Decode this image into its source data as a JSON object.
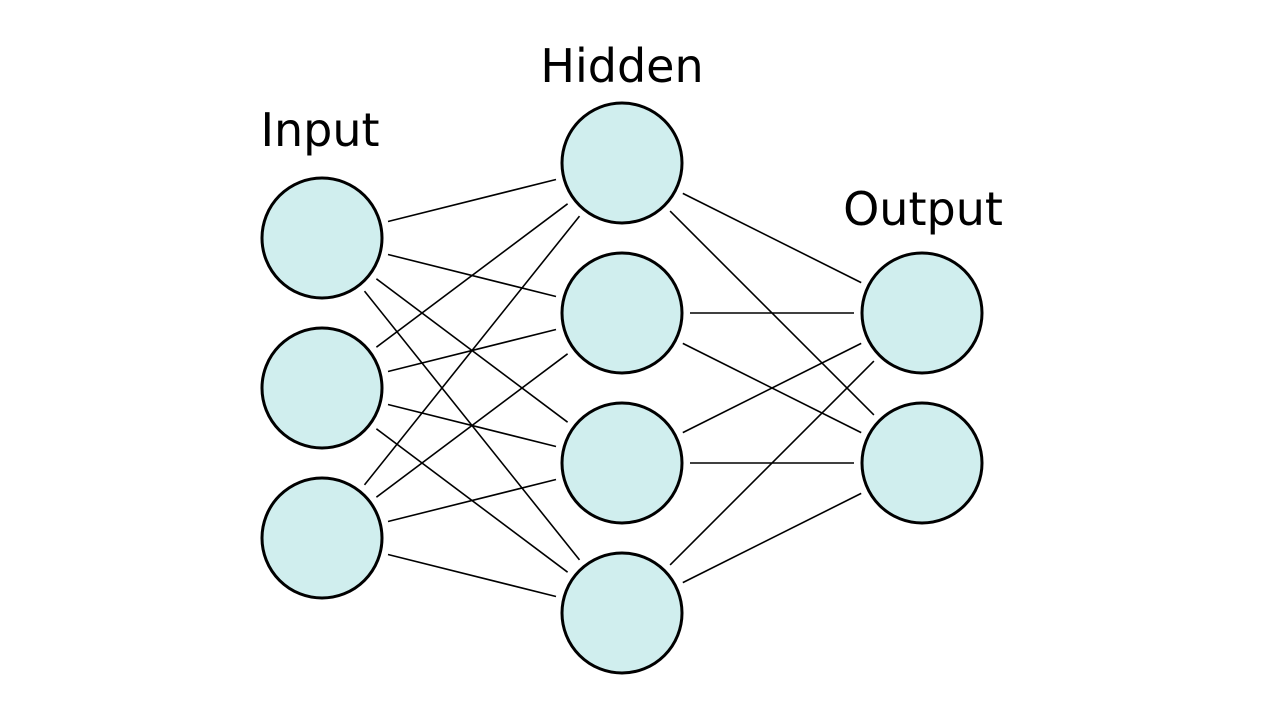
{
  "diagram": {
    "type": "neural-network",
    "node_fill": "#d0eeee",
    "stroke_color": "#000000",
    "layers": [
      {
        "id": "input",
        "label": "Input",
        "nodes": 3
      },
      {
        "id": "hidden",
        "label": "Hidden",
        "nodes": 4
      },
      {
        "id": "output",
        "label": "Output",
        "nodes": 2
      }
    ],
    "connectivity": "fully-connected"
  }
}
